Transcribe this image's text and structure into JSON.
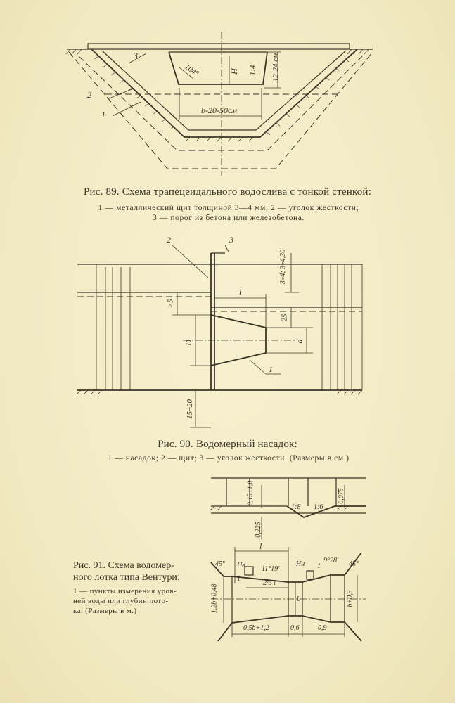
{
  "fig89": {
    "caption_title": "Рис. 89. Схема трапецеидального водослива с тонкой стенкой:",
    "caption_note_line1": "1 — металлический щит толщиной 3—4 мм; 2 — уголок жесткости;",
    "caption_note_line2": "3 — порог из бетона или железобетона.",
    "labels": {
      "l1": "1",
      "l2": "2",
      "l3": "3",
      "angle": "104°",
      "h": "H",
      "slope": "1:4",
      "height": "12-24 см",
      "width": "b-20-50см"
    }
  },
  "fig90": {
    "caption_title": "Рис. 90. Водомерный насадок:",
    "caption_note": "1 — насадок; 2 — щит; 3 — уголок жесткости. (Размеры в см.)",
    "labels": {
      "l1": "1",
      "l2": "2",
      "l3": "3",
      "top_dim": "3÷4; 3÷4,30",
      "l": "l",
      "gt5": ">5",
      "d25": "25",
      "d": "d",
      "D": "D",
      "bottom_dim": "15÷20"
    }
  },
  "fig91": {
    "caption_title": "Рис. 91. Схема водомерного лотка типа Вентури:",
    "caption_title_line1": "Рис. 91. Схема водомер-",
    "caption_title_line2": "ного лотка типа Вентури:",
    "caption_note_lines": [
      "1 — пункты измерения уров-",
      "ней воды или глубин пото-",
      "ка. (Размеры в м.)"
    ],
    "labels": {
      "dim1": "0,15÷1,0",
      "dim2": "0,075",
      "dim3": "0,225",
      "slope1": "1:8",
      "slope2": "1:6",
      "l": "l",
      "angle1": "45°",
      "angle2": "45°",
      "angle3": "11°19'",
      "angle4": "9°28'",
      "hb": "Hв",
      "hn": "Hн",
      "one1": "1",
      "one2": "1",
      "two_thirds": "2/3 l",
      "b": "b",
      "b03": "b+0,3",
      "side": "1,2b+0,48",
      "bottom1": "0,5b+1,2",
      "bottom2": "0,6",
      "bottom3": "0,9"
    }
  }
}
